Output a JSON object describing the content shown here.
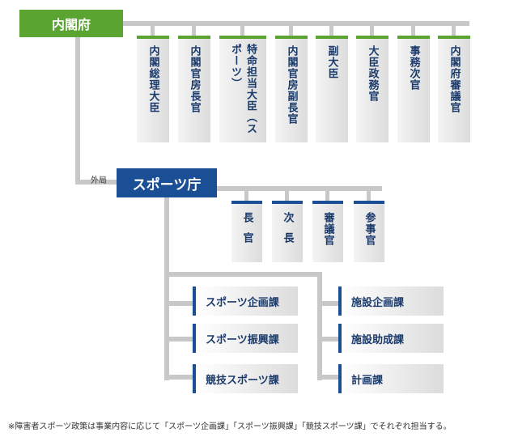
{
  "cabinet_office": {
    "label": "内閣府",
    "positions": [
      "内閣総理大臣",
      "内閣官房長官",
      "特命担当大臣（スポーツ）",
      "内閣官房副長官",
      "副大臣",
      "大臣政務官",
      "事務次官",
      "内閣府審議官"
    ]
  },
  "gaikyoku_label": "外局",
  "sports_agency": {
    "label": "スポーツ庁",
    "positions": [
      "長官",
      "次長",
      "審議官",
      "参事官"
    ],
    "divisions_left": [
      "スポーツ企画課",
      "スポーツ振興課",
      "競技スポーツ課"
    ],
    "divisions_right": [
      "施設企画課",
      "施設助成課",
      "計画課"
    ]
  },
  "note": "※障害者スポーツ政策は事業内容に応じて「スポーツ企画課」「スポーツ振興課」「競技スポーツ課」でそれぞれ担当する。",
  "colors": {
    "cabinet": "#5aa532",
    "agency": "#1b4f95",
    "connector": "#c8c8c8"
  }
}
